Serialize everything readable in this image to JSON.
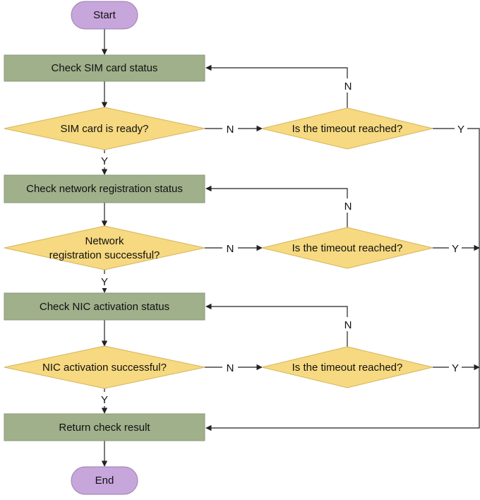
{
  "nodes": {
    "start": "Start",
    "end": "End",
    "check_sim": "Check SIM card status",
    "sim_ready": "SIM card is ready?",
    "timeout_1": "Is the timeout reached?",
    "check_net": "Check network registration status",
    "net_success_line1": "Network",
    "net_success_line2": "registration successful?",
    "timeout_2": "Is the timeout reached?",
    "check_nic": "Check NIC activation status",
    "nic_success": "NIC activation successful?",
    "timeout_3": "Is the timeout reached?",
    "return_result": "Return check result"
  },
  "edge_labels": {
    "yes": "Y",
    "no": "N"
  },
  "colors": {
    "process_fill": "#9fb08a",
    "decision_fill": "#f6d980",
    "terminal_fill": "#c7a6db",
    "line": "#222222"
  }
}
